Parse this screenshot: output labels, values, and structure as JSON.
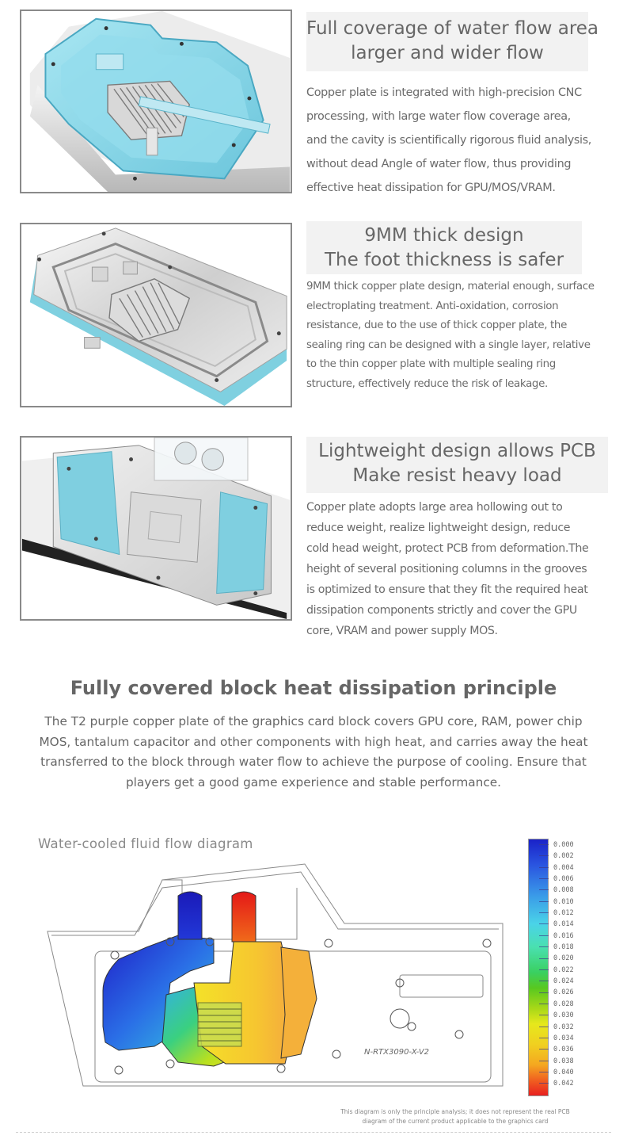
{
  "features": [
    {
      "heading": [
        "Full coverage of water flow area",
        "larger and wider flow"
      ],
      "body": [
        "Copper plate is integrated with high-precision CNC",
        "processing, with large water flow coverage area,",
        "and the cavity is scientifically rigorous fluid analysis,",
        "without dead Angle of water flow, thus providing",
        "effective heat dissipation for GPU/MOS/VRAM."
      ]
    },
    {
      "heading": [
        "9MM thick design",
        "The foot thickness is safer"
      ],
      "body": [
        "9MM thick copper plate design, material enough, surface",
        "electroplating treatment. Anti-oxidation, corrosion",
        "resistance, due to the use of thick copper plate, the",
        "sealing ring can be designed with a single layer, relative",
        "to the thin copper plate with multiple sealing ring",
        "structure, effectively reduce the risk of leakage."
      ]
    },
    {
      "heading": [
        "Lightweight design allows PCB",
        "Make resist heavy load"
      ],
      "body": [
        "Copper plate adopts large area hollowing out to",
        "reduce weight, realize lightweight design, reduce",
        "cold head weight, protect PCB from deformation.The",
        "height of several positioning columns in the grooves",
        "is optimized to ensure that they fit the required heat",
        "dissipation components strictly and cover the GPU",
        "core, VRAM and power supply MOS."
      ]
    }
  ],
  "principle": {
    "title": "Fully covered block heat dissipation principle",
    "text": [
      "The T2 purple copper plate of the graphics card block covers GPU core, RAM, power chip",
      "MOS, tantalum capacitor and other components with high heat, and carries away the heat",
      "transferred to the block through water flow to achieve the purpose of cooling. Ensure that",
      "players get a good game experience and stable performance."
    ]
  },
  "diagram": {
    "title": "Water-cooled fluid flow diagram",
    "model_label": "N-RTX3090-X-V2",
    "legend": [
      "0.000",
      "0.002",
      "0.004",
      "0.006",
      "0.008",
      "0.010",
      "0.012",
      "0.014",
      "0.016",
      "0.018",
      "0.020",
      "0.022",
      "0.024",
      "0.026",
      "0.028",
      "0.030",
      "0.032",
      "0.034",
      "0.036",
      "0.038",
      "0.040",
      "0.042"
    ],
    "footnote": [
      "This diagram is only the principle analysis; it does not represent the real PCB",
      "diagram of the current product applicable to the graphics card"
    ]
  },
  "colors": {
    "heading_bg": "#f2f2f2",
    "text": "#666666",
    "accent_water": "#8ed6e8"
  }
}
